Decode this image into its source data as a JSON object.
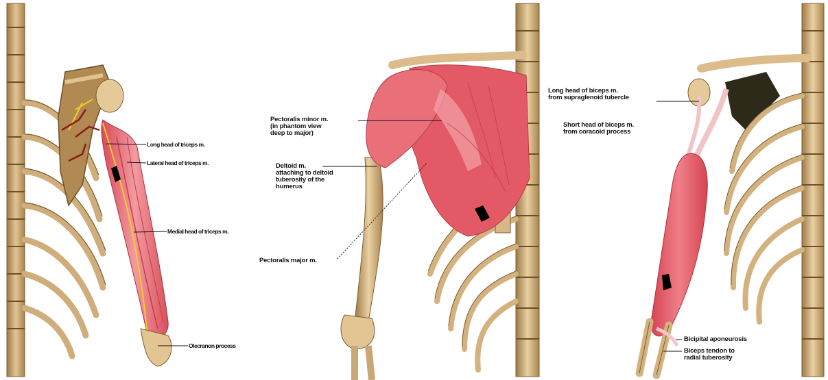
{
  "figure": {
    "panels": [
      {
        "id": "triceps",
        "labels": {
          "long_head": "Long head of triceps m.",
          "lateral_head": "Lateral head of triceps m.",
          "medial_head": "Medial head of triceps m.",
          "olecranon": "Olecranon process"
        }
      },
      {
        "id": "deltoid-pectoralis",
        "labels": {
          "pectoralis_minor": "Pectoralis minor m.\n(in phantom view\ndeep to major)",
          "deltoid": "Deltoid m.\nattaching to deltoid\ntuberosity of the\nhumerus",
          "pectoralis_major": "Pectoralis major m."
        }
      },
      {
        "id": "biceps",
        "labels": {
          "long_head": "Long head of biceps m.\nfrom supraglenoid tubercle",
          "short_head": "Short head of biceps m.\nfrom coracoid process",
          "bicipital_aponeurosis": "Bicipital aponeurosis",
          "biceps_tendon": "Biceps tendon to\nradial tuberosity"
        }
      }
    ],
    "colors": {
      "bone": "#d9b98a",
      "bone_shadow": "#8a6a3a",
      "muscle": "#e0606a",
      "muscle_light": "#f3a3a8",
      "nerve": "#f5d230",
      "artery": "#8b1a1a"
    }
  }
}
